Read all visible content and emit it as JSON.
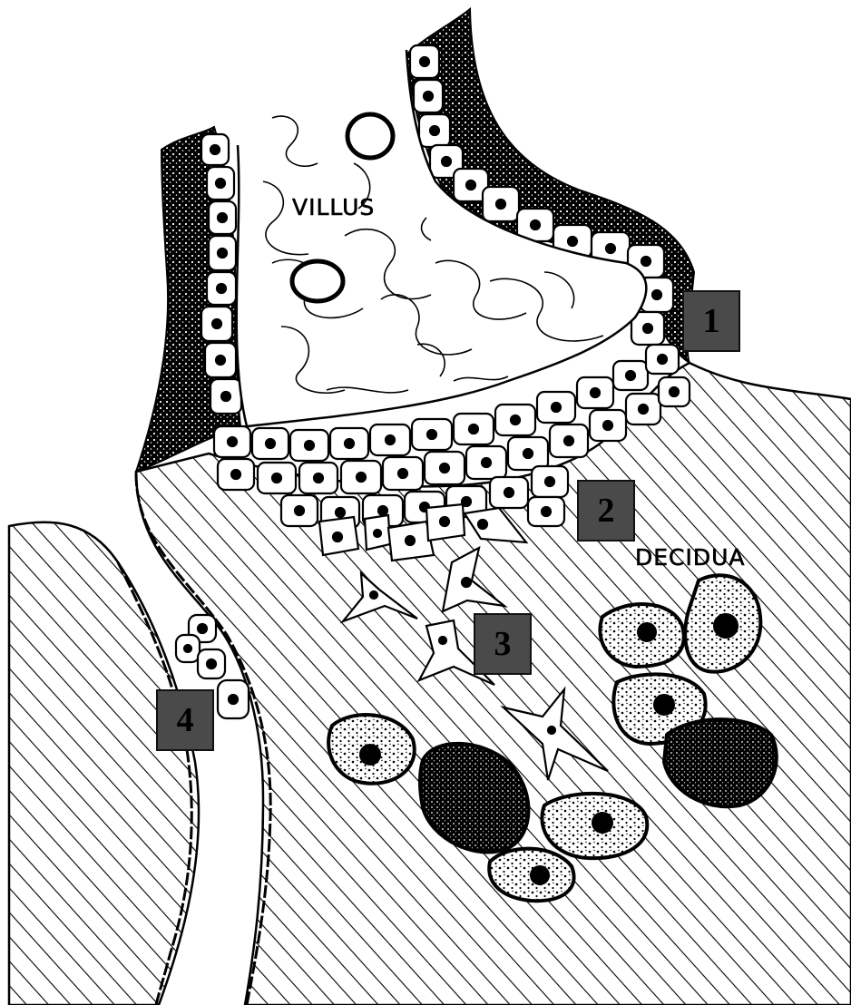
{
  "labels": {
    "villus": "VILLUS",
    "decidua": "DECIDUA"
  },
  "markers": [
    "1",
    "2",
    "3",
    "4"
  ],
  "colors": {
    "ink": "#000000",
    "paper": "#ffffff",
    "marker_fill": "#4a4a4a"
  }
}
